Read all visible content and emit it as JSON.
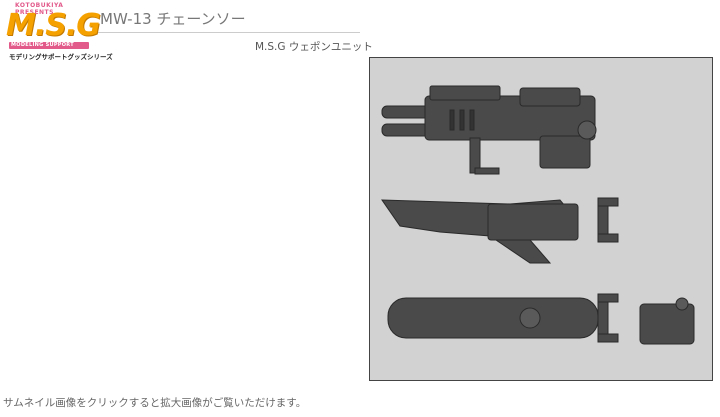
{
  "logo": {
    "top_text": "KOTOBUKIYA PRESENTS",
    "mark": "M.S.G",
    "sub_text": "MODELING SUPPORT GOODS",
    "jp_text": "モデリングサポートグッズシリーズ"
  },
  "product": {
    "title": "MW-13 チェーンソー",
    "subtitle": "M.S.G ウェポンユニット"
  },
  "footer": {
    "note": "サムネイル画像をクリックすると拡大画像がご覧いただけます。"
  }
}
